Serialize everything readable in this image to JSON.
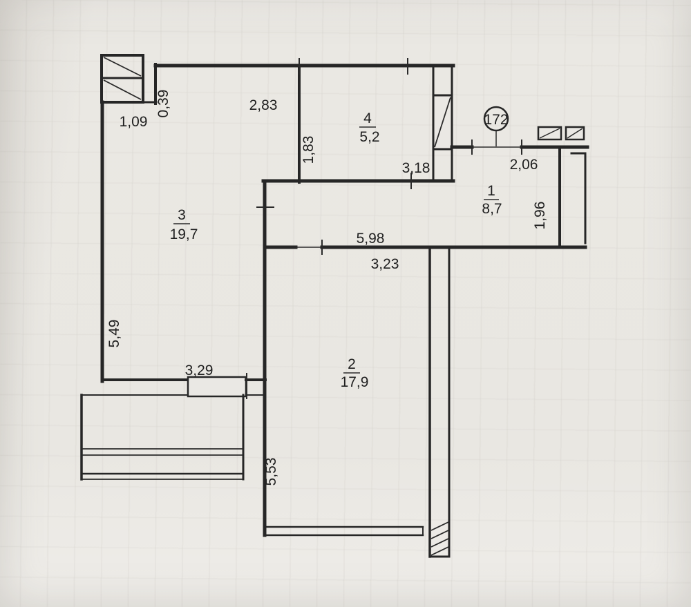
{
  "plan": {
    "apartment_number": "172",
    "rooms": {
      "room1": {
        "number": "1",
        "area": "8,7"
      },
      "room2": {
        "number": "2",
        "area": "17,9"
      },
      "room3": {
        "number": "3",
        "area": "19,7"
      },
      "room4": {
        "number": "4",
        "area": "5,2"
      }
    },
    "dims": {
      "vent_width": "1,09",
      "vent_offset": "0,39",
      "room3_top_width": "2,83",
      "room4_depth": "1,83",
      "corridor_top_width": "3,18",
      "entry_door_width": "2,06",
      "room1_right_depth": "1,96",
      "hall_width": "5,98",
      "room2_top_width": "3,23",
      "room3_left_height": "5,49",
      "room3_window_width": "3,29",
      "room2_left_height": "5,53"
    }
  }
}
